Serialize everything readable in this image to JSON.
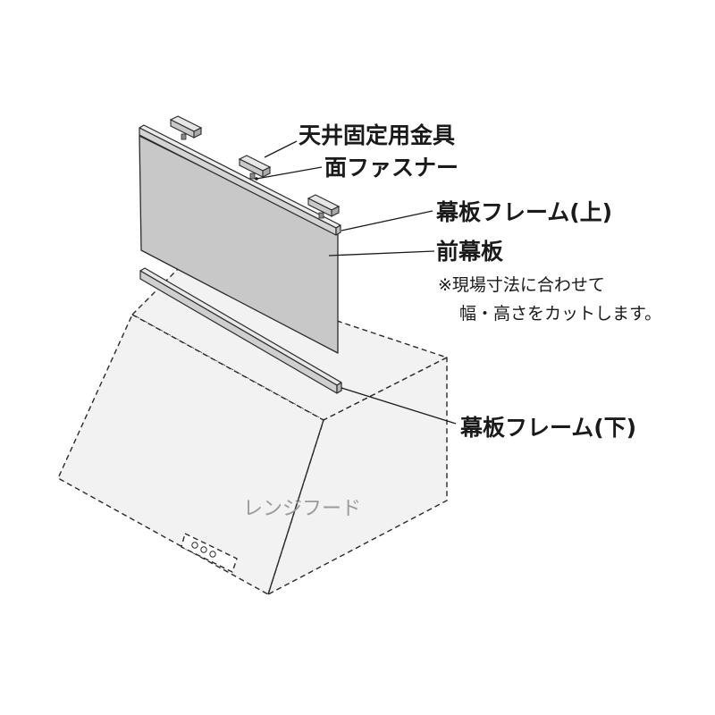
{
  "labels": {
    "ceiling_bracket": "天井固定用金具",
    "surface_fastener": "面ファスナー",
    "frame_upper": "幕板フレーム(上)",
    "front_panel": "前幕板",
    "note_line1": "※現場寸法に合わせて",
    "note_line2": "幅・高さをカットします。",
    "frame_lower": "幕板フレーム(下)",
    "range_hood": "レンジフード"
  },
  "colors": {
    "panel_fill": "#c8c8c8",
    "frame_fill": "#d4d4d4",
    "hood_fill": "#f2f2f2",
    "line": "#2a2a2a",
    "hood_label": "#9a9a9a"
  }
}
